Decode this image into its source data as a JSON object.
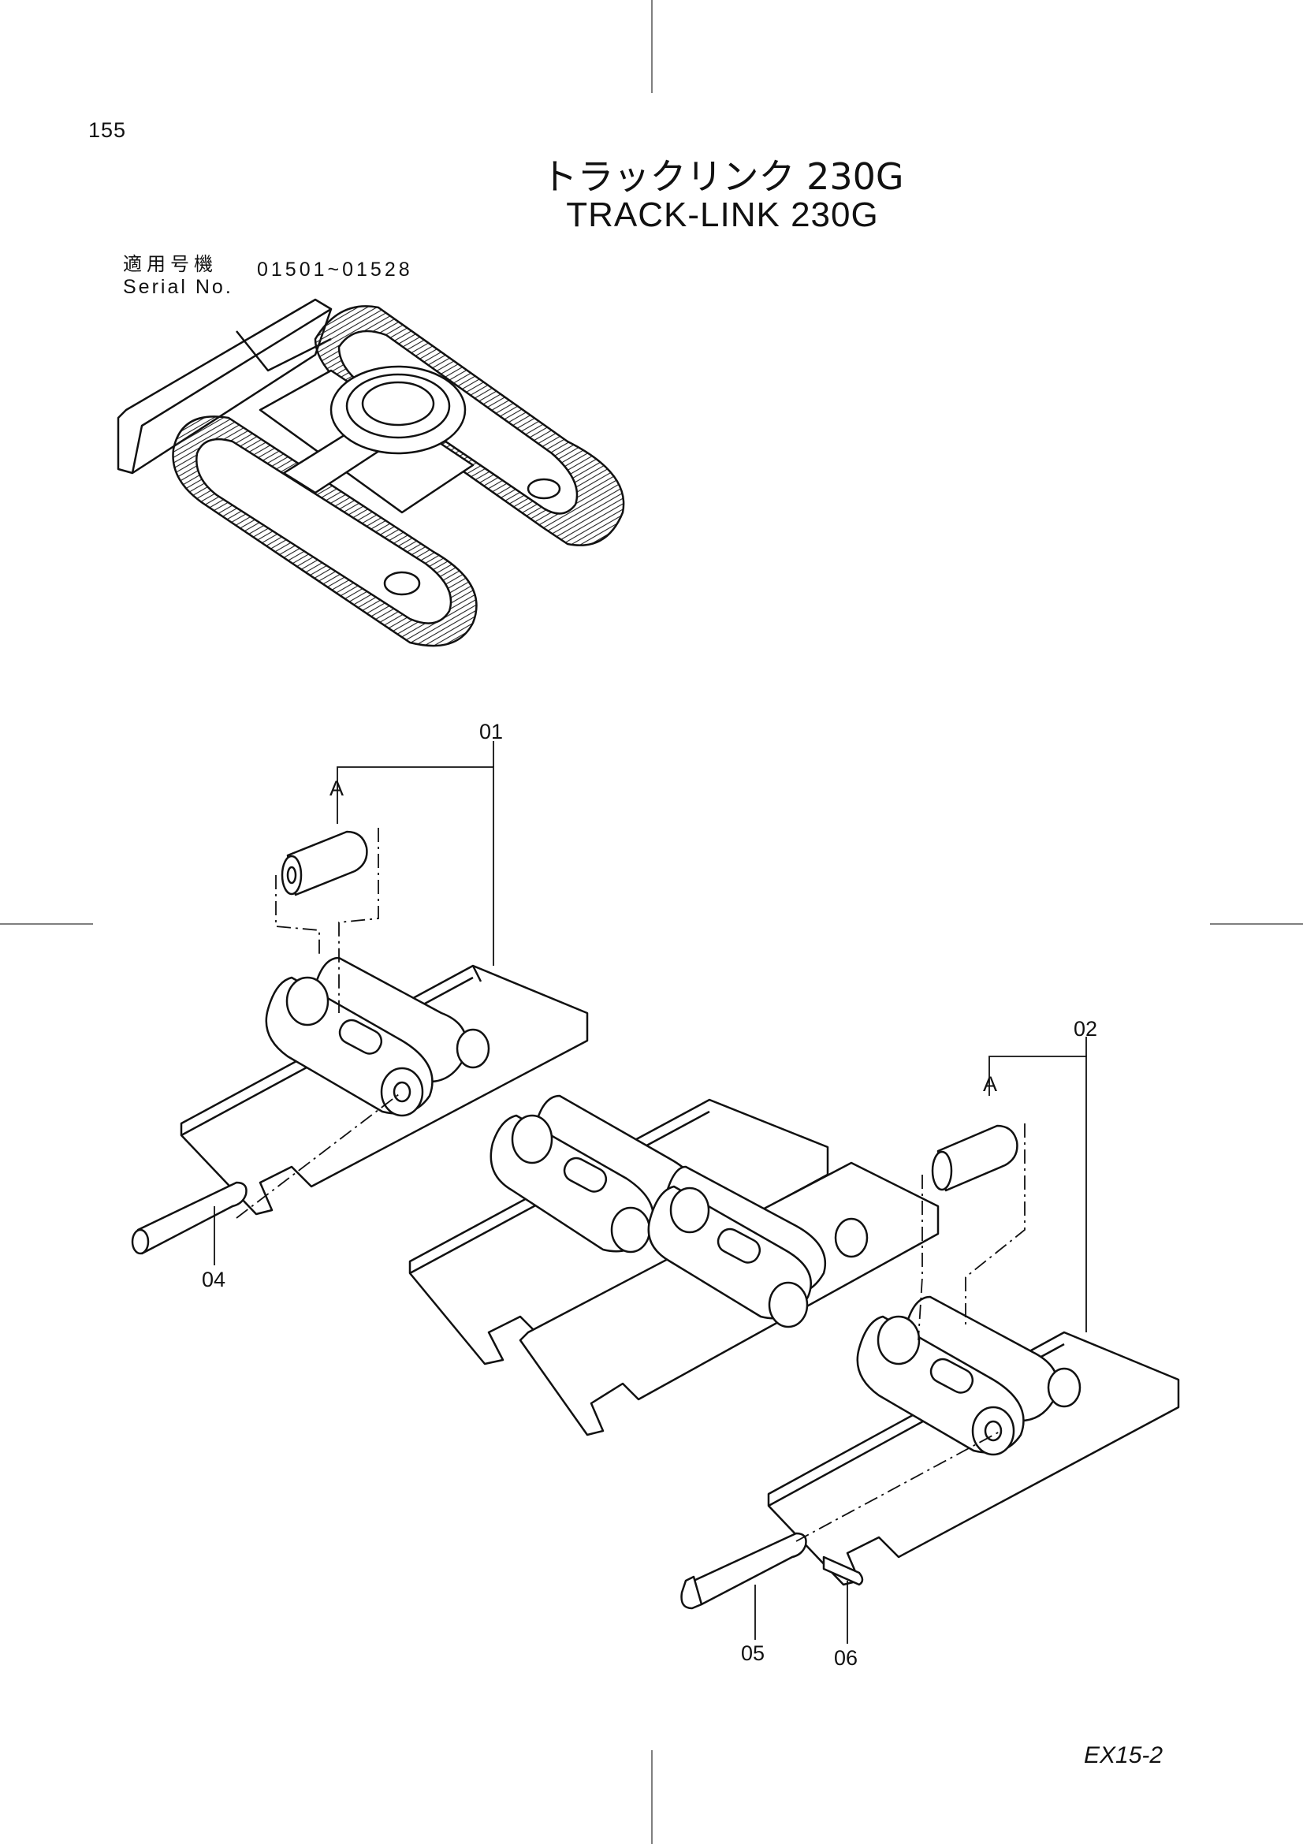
{
  "page": {
    "page_number": "155",
    "title_jp": "トラックリンク 230G",
    "title_en": "TRACK-LINK 230G",
    "serial_label_jp": "適用号機",
    "serial_label_en": "Serial No.",
    "serial_range": "01501~01528",
    "footer_code": "EX15-2"
  },
  "callouts": {
    "c01": "01",
    "c02": "02",
    "c04": "04",
    "c05": "05",
    "c06": "06",
    "a_left": "A",
    "a_right": "A"
  }
}
